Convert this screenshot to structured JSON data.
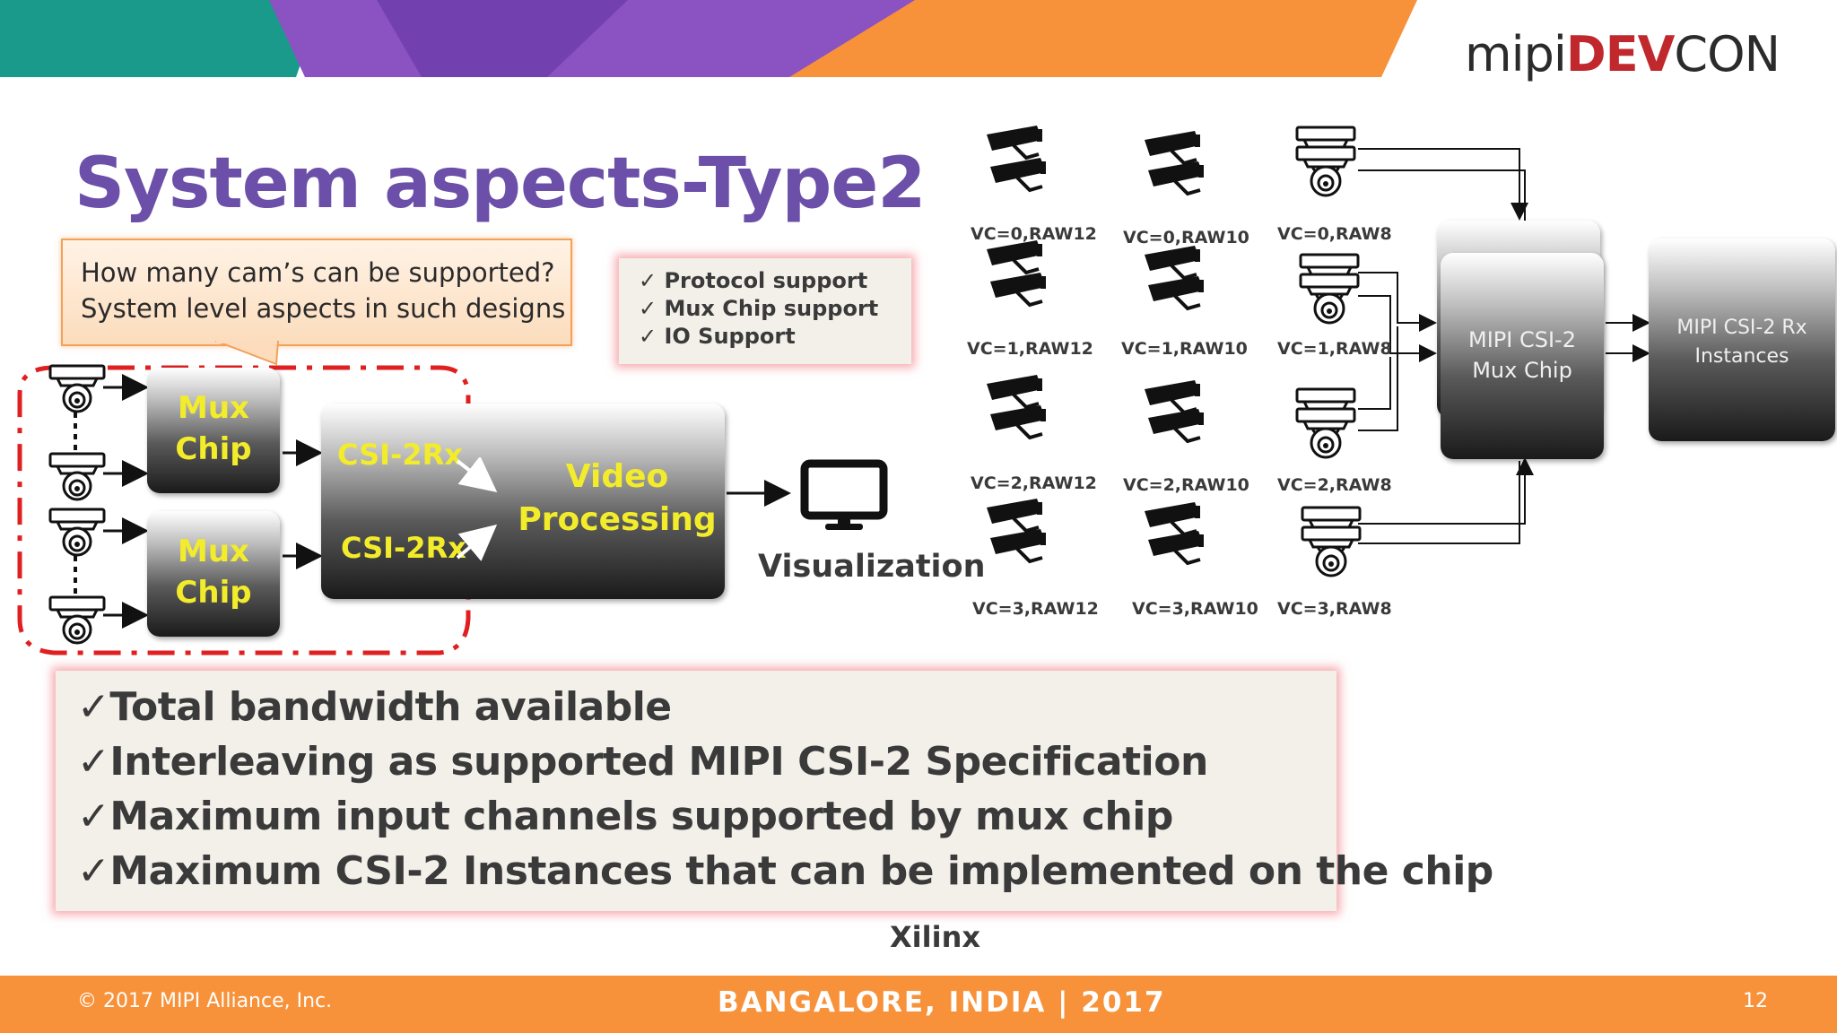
{
  "header": {
    "logo_mipi": "mipi",
    "logo_dev": "DEV",
    "logo_con": "CON"
  },
  "title": "System aspects-Type2",
  "callout": {
    "line1": "How many cam’s can be supported?",
    "line2": "System level aspects in such designs"
  },
  "checklist_small": [
    "✓   Protocol support",
    "✓   Mux Chip support",
    "✓   IO Support"
  ],
  "left_diagram": {
    "mux_chip_top": [
      "Mux",
      "Chip"
    ],
    "mux_chip_bottom": [
      "Mux",
      "Chip"
    ],
    "csi_rx_top": "CSI-2Rx",
    "csi_rx_bottom": "CSI-2Rx",
    "video_processing": [
      "Video",
      "Processing"
    ],
    "visualization": "Visualization"
  },
  "vc_columns": {
    "raw12": [
      "VC=0,RAW12",
      "VC=1,RAW12",
      "VC=2,RAW12",
      "VC=3,RAW12"
    ],
    "raw10": [
      "VC=0,RAW10",
      "VC=1,RAW10",
      "VC=2,RAW10",
      "VC=3,RAW10"
    ],
    "raw8": [
      "VC=0,RAW8",
      "VC=1,RAW8",
      "VC=2,RAW8",
      "VC=3,RAW8"
    ]
  },
  "right_diagram": {
    "mux_chip": [
      "MIPI CSI-2",
      "Mux Chip"
    ],
    "rx_instances": [
      "MIPI CSI-2 Rx",
      "Instances"
    ]
  },
  "bullets": [
    "✓Total bandwidth available",
    "✓Interleaving as supported MIPI CSI-2 Specification",
    "✓Maximum input channels supported by mux chip",
    "✓Maximum CSI-2 Instances that can be implemented on the chip"
  ],
  "company": "Xilinx",
  "footer": {
    "copyright": "© 2017 MIPI Alliance, Inc.",
    "event": "BANGALORE, INDIA | 2017",
    "page": "12"
  },
  "colors": {
    "purple_title": "#6b4fa8",
    "orange": "#f7923a",
    "teal": "#1a9a8a",
    "red_logo": "#c0282d",
    "yellow_text": "#f3ec2a"
  }
}
